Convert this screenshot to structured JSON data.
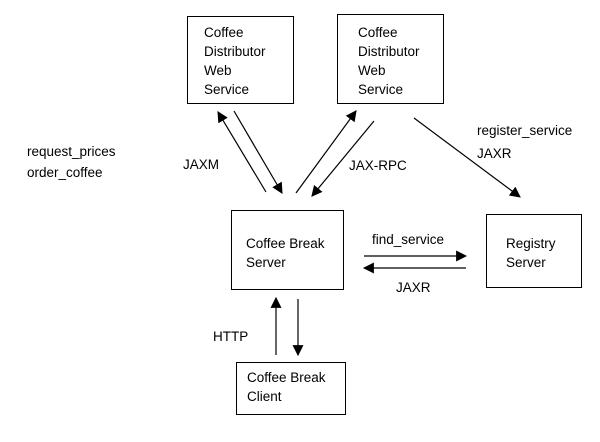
{
  "nodes": {
    "distributor_left": {
      "text": "Coffee\nDistributor\nWeb\nService"
    },
    "distributor_right": {
      "text": "Coffee\nDistributor\nWeb\nService"
    },
    "break_server": {
      "text": "Coffee Break\nServer"
    },
    "registry_server": {
      "text": "Registry\nServer"
    },
    "break_client": {
      "text": "Coffee Break\nClient"
    }
  },
  "labels": {
    "request_prices": "request_prices",
    "order_coffee": "order_coffee",
    "jaxm": "JAXM",
    "jax_rpc": "JAX-RPC",
    "register_service": "register_service",
    "jaxr_register": "JAXR",
    "find_service": "find_service",
    "jaxr_find": "JAXR",
    "http": "HTTP"
  },
  "colors": {
    "line": "#000000",
    "background": "#ffffff"
  }
}
